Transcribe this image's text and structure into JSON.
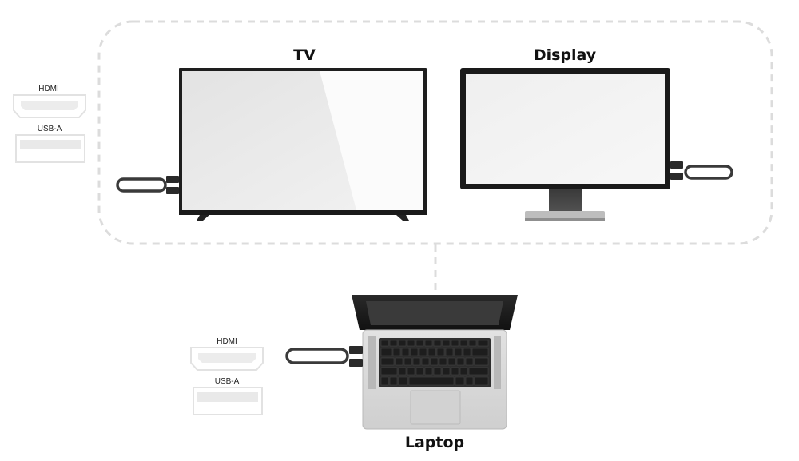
{
  "devices": {
    "tv": {
      "label": "TV"
    },
    "display": {
      "label": "Display"
    },
    "laptop": {
      "label": "Laptop"
    }
  },
  "ports": {
    "top_group": {
      "hdmi_label": "HDMI",
      "usb_label": "USB-A"
    },
    "bottom_group": {
      "hdmi_label": "HDMI",
      "usb_label": "USB-A"
    }
  },
  "colors": {
    "dashed_border": "#dcdcdc",
    "device_frame": "#1a1a1a",
    "screen": "#f4f4f4",
    "laptop_body": "#d9d9d9",
    "dongle": "#333333"
  }
}
